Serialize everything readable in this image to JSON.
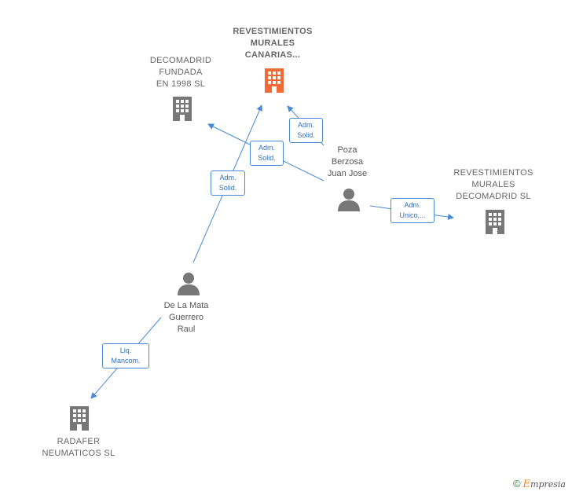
{
  "colors": {
    "edge": "#4a8ad4",
    "company_icon": "#777777",
    "main_company_icon": "#f26a35",
    "person_icon": "#777777"
  },
  "nodes": {
    "revestimientos_canarias": {
      "label": "REVESTIMIENTOS\nMURALES\nCANARIAS...",
      "icon": "building-icon"
    },
    "decomadrid": {
      "label": "DECOMADRID\nFUNDADA\nEN 1998  SL",
      "icon": "building-icon"
    },
    "revestimientos_decomadrid": {
      "label": "REVESTIMIENTOS\nMURALES\nDECOMADRID SL",
      "icon": "building-icon"
    },
    "radafer": {
      "label": "RADAFER\nNEUMATICOS SL",
      "icon": "building-icon"
    },
    "poza": {
      "label": "Poza\nBerzosa\nJuan Jose",
      "icon": "person-icon"
    },
    "de_la_mata": {
      "label": "De La Mata\nGuerrero\nRaul",
      "icon": "person-icon"
    }
  },
  "edges": {
    "poza_to_canarias": "Adm.\nSolid.",
    "poza_to_decomadrid": "Adm.\nSolid.",
    "mata_to_canarias": "Adm.\nSolid.",
    "poza_to_revdecomadrid": "Adm.\nUnico,...",
    "mata_to_radafer": "Liq.\nMancom."
  },
  "credit": {
    "copyright": "©",
    "brand_initial": "E",
    "brand_rest": "mpresia"
  }
}
